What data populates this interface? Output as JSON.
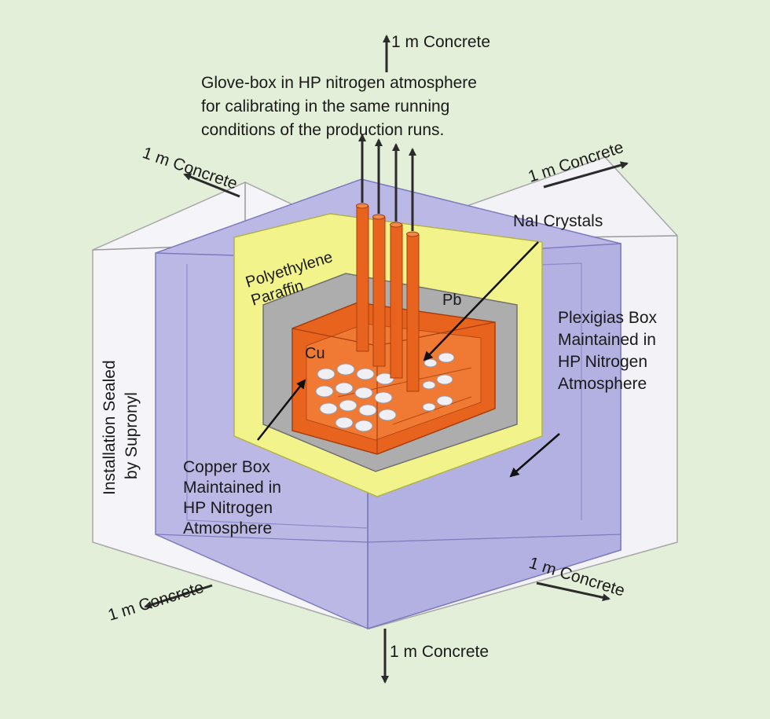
{
  "labels": {
    "concrete_top": "1 m Concrete",
    "concrete_upper_left": "1 m Concrete",
    "concrete_upper_right": "1 m Concrete",
    "concrete_lower_left": "1 m Concrete",
    "concrete_lower_right": "1 m Concrete",
    "concrete_bottom": "1 m Concrete",
    "glovebox_line1": "Glove-box in HP nitrogen atmosphere",
    "glovebox_line2": "for calibrating in the same running",
    "glovebox_line3": "conditions of the production runs.",
    "nai_crystals": "NaI Crystals",
    "polyethylene": "Polyethylene",
    "paraffin": "Paraffin",
    "pb": "Pb",
    "cu": "Cu",
    "plexiglas_line1": "Plexigias Box",
    "plexiglas_line2": "Maintained in",
    "plexiglas_line3": "HP Nitrogen",
    "plexiglas_line4": "Atmosphere",
    "copper_line1": "Copper Box",
    "copper_line2": "Maintained in",
    "copper_line3": "HP Nitrogen",
    "copper_line4": "Atmosphere",
    "installation_line1": "Installation Sealed",
    "installation_line2": "by Supronyl"
  },
  "colors": {
    "background": "#e3efd9",
    "sealing_box": "#f4f4f8",
    "plexiglas": "#b8b6e6",
    "polyethylene": "#f2f288",
    "lead": "#a9a9a9",
    "copper": "#e8641e",
    "crystal": "#f0f0f4"
  }
}
